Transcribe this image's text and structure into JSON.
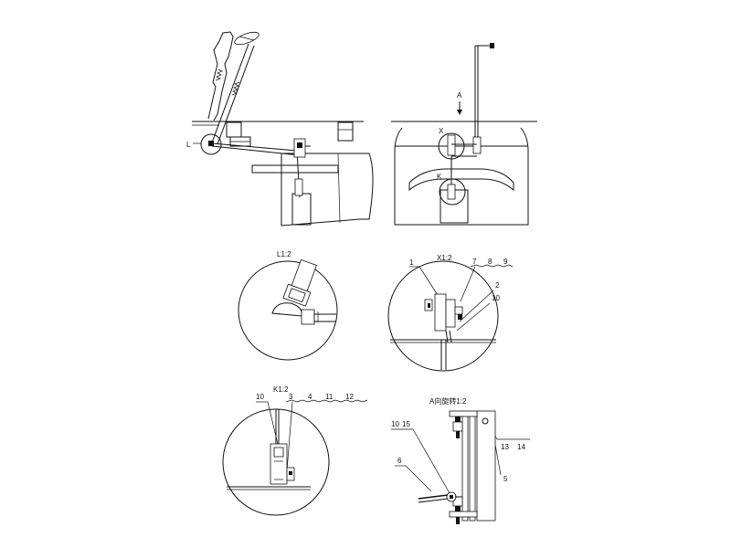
{
  "labels": {
    "L": "L",
    "A": "A",
    "X": "X",
    "K": "K",
    "detail_L": "L1:2",
    "detail_X": "X1:2",
    "detail_K": "K1:2",
    "detail_A": "A向旋转1:2"
  },
  "parts": {
    "x_1": "1",
    "x_7": "7",
    "x_8": "8",
    "x_9": "9",
    "x_2": "2",
    "x_10": "10",
    "k_10": "10",
    "k_3": "3",
    "k_4": "4",
    "k_11": "11",
    "k_12": "12",
    "a_10": "10",
    "a_15": "15",
    "a_6": "6",
    "a_13": "13",
    "a_14": "14",
    "a_5": "5"
  }
}
